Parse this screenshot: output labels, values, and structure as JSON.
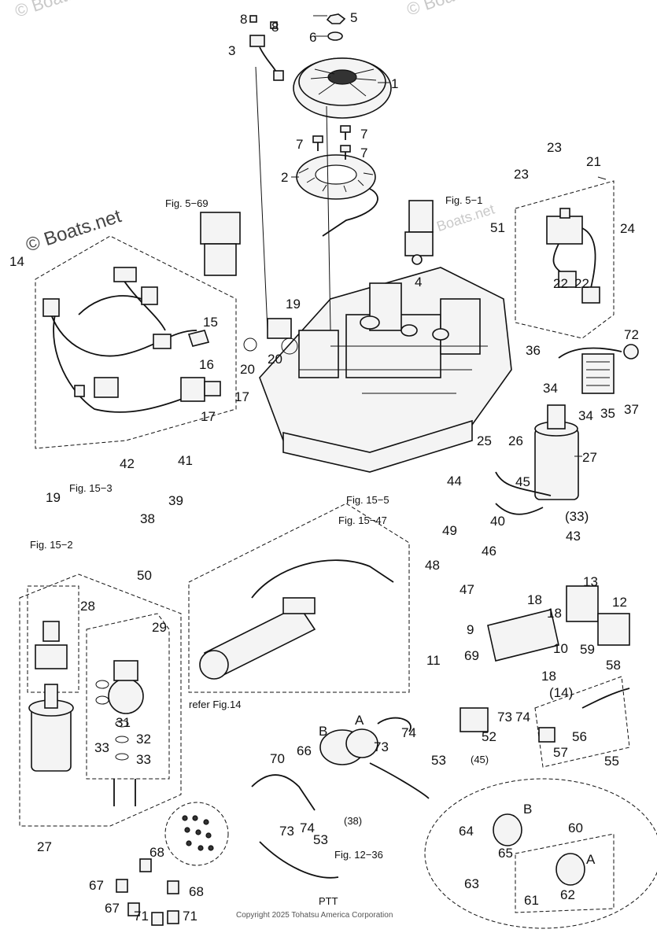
{
  "watermarks": {
    "top_left": "© Boats.net",
    "top_right": "© Boats.net",
    "left_main": "© Boats.net",
    "fig51_area": "© Boats.net"
  },
  "copyright": "Copyright 2025 Tohatsu America Corporation",
  "labels": [
    {
      "id": "p8a",
      "text": "8"
    },
    {
      "id": "p8b",
      "text": "8"
    },
    {
      "id": "p5",
      "text": "5"
    },
    {
      "id": "p6",
      "text": "6"
    },
    {
      "id": "p3",
      "text": "3"
    },
    {
      "id": "p1",
      "text": "1"
    },
    {
      "id": "p7a",
      "text": "7"
    },
    {
      "id": "p7b",
      "text": "7"
    },
    {
      "id": "p7c",
      "text": "7"
    },
    {
      "id": "p2",
      "text": "2"
    },
    {
      "id": "p23a",
      "text": "23"
    },
    {
      "id": "p23b",
      "text": "23"
    },
    {
      "id": "p21",
      "text": "21"
    },
    {
      "id": "p24",
      "text": "24"
    },
    {
      "id": "p51",
      "text": "51"
    },
    {
      "id": "p14",
      "text": "14"
    },
    {
      "id": "p4",
      "text": "4"
    },
    {
      "id": "p22a",
      "text": "22"
    },
    {
      "id": "p22b",
      "text": "22"
    },
    {
      "id": "p19a",
      "text": "19"
    },
    {
      "id": "p15",
      "text": "15"
    },
    {
      "id": "p20a",
      "text": "20"
    },
    {
      "id": "p20b",
      "text": "20"
    },
    {
      "id": "p36",
      "text": "36"
    },
    {
      "id": "p72",
      "text": "72"
    },
    {
      "id": "p16",
      "text": "16"
    },
    {
      "id": "p17a",
      "text": "17"
    },
    {
      "id": "p17b",
      "text": "17"
    },
    {
      "id": "p34a",
      "text": "34"
    },
    {
      "id": "p34b",
      "text": "34"
    },
    {
      "id": "p35",
      "text": "35"
    },
    {
      "id": "p37",
      "text": "37"
    },
    {
      "id": "p25",
      "text": "25"
    },
    {
      "id": "p26",
      "text": "26"
    },
    {
      "id": "p42",
      "text": "42"
    },
    {
      "id": "p41",
      "text": "41"
    },
    {
      "id": "p27a",
      "text": "27"
    },
    {
      "id": "p19b",
      "text": "19"
    },
    {
      "id": "p44",
      "text": "44"
    },
    {
      "id": "p45",
      "text": "45"
    },
    {
      "id": "p38",
      "text": "38"
    },
    {
      "id": "p39",
      "text": "39"
    },
    {
      "id": "p40",
      "text": "40"
    },
    {
      "id": "p33a",
      "text": "(33)"
    },
    {
      "id": "p49",
      "text": "49"
    },
    {
      "id": "p46",
      "text": "46"
    },
    {
      "id": "p43",
      "text": "43"
    },
    {
      "id": "p50",
      "text": "50"
    },
    {
      "id": "p48",
      "text": "48"
    },
    {
      "id": "p47",
      "text": "47"
    },
    {
      "id": "p28",
      "text": "28"
    },
    {
      "id": "p29",
      "text": "29"
    },
    {
      "id": "p13",
      "text": "13"
    },
    {
      "id": "p12",
      "text": "12"
    },
    {
      "id": "p18a",
      "text": "18"
    },
    {
      "id": "p18b",
      "text": "18"
    },
    {
      "id": "p9",
      "text": "9"
    },
    {
      "id": "p10",
      "text": "10"
    },
    {
      "id": "p11",
      "text": "11"
    },
    {
      "id": "p69",
      "text": "69"
    },
    {
      "id": "p59",
      "text": "59"
    },
    {
      "id": "p58",
      "text": "58"
    },
    {
      "id": "p18c",
      "text": "18"
    },
    {
      "id": "p14b",
      "text": "(14)"
    },
    {
      "id": "p73a",
      "text": "73"
    },
    {
      "id": "p74a",
      "text": "74"
    },
    {
      "id": "p31",
      "text": "31"
    },
    {
      "id": "p32",
      "text": "32"
    },
    {
      "id": "p33b",
      "text": "33"
    },
    {
      "id": "p33c",
      "text": "33"
    },
    {
      "id": "pA1",
      "text": "A"
    },
    {
      "id": "pB1",
      "text": "B"
    },
    {
      "id": "p73b",
      "text": "73"
    },
    {
      "id": "p74b",
      "text": "74"
    },
    {
      "id": "p52",
      "text": "52"
    },
    {
      "id": "p56",
      "text": "56"
    },
    {
      "id": "p57",
      "text": "57"
    },
    {
      "id": "p55",
      "text": "55"
    },
    {
      "id": "p53a",
      "text": "53"
    },
    {
      "id": "p45b",
      "text": "(45)"
    },
    {
      "id": "p66",
      "text": "66"
    },
    {
      "id": "p70",
      "text": "70"
    },
    {
      "id": "p27b",
      "text": "27"
    },
    {
      "id": "p73c",
      "text": "73"
    },
    {
      "id": "p74c",
      "text": "74"
    },
    {
      "id": "p53b",
      "text": "53"
    },
    {
      "id": "p38b",
      "text": "(38)"
    },
    {
      "id": "p60",
      "text": "60"
    },
    {
      "id": "p64",
      "text": "64"
    },
    {
      "id": "pB2",
      "text": "B"
    },
    {
      "id": "p65",
      "text": "65"
    },
    {
      "id": "pA2",
      "text": "A"
    },
    {
      "id": "p68a",
      "text": "68"
    },
    {
      "id": "p67a",
      "text": "67"
    },
    {
      "id": "p63",
      "text": "63"
    },
    {
      "id": "p61",
      "text": "61"
    },
    {
      "id": "p62",
      "text": "62"
    },
    {
      "id": "p67b",
      "text": "67"
    },
    {
      "id": "p68b",
      "text": "68"
    },
    {
      "id": "p71a",
      "text": "71"
    },
    {
      "id": "p71b",
      "text": "71"
    }
  ],
  "references": [
    {
      "id": "r569",
      "text": "Fig. 5−69"
    },
    {
      "id": "r51",
      "text": "Fig. 5−1"
    },
    {
      "id": "r153",
      "text": "Fig. 15−3"
    },
    {
      "id": "r155",
      "text": "Fig. 15−5"
    },
    {
      "id": "r1547",
      "text": "Fig. 15−47"
    },
    {
      "id": "r152",
      "text": "Fig. 15−2"
    },
    {
      "id": "r14",
      "text": "refer Fig.14"
    },
    {
      "id": "r1236",
      "text": "Fig. 12−36"
    },
    {
      "id": "rptt",
      "text": "PTT"
    }
  ]
}
